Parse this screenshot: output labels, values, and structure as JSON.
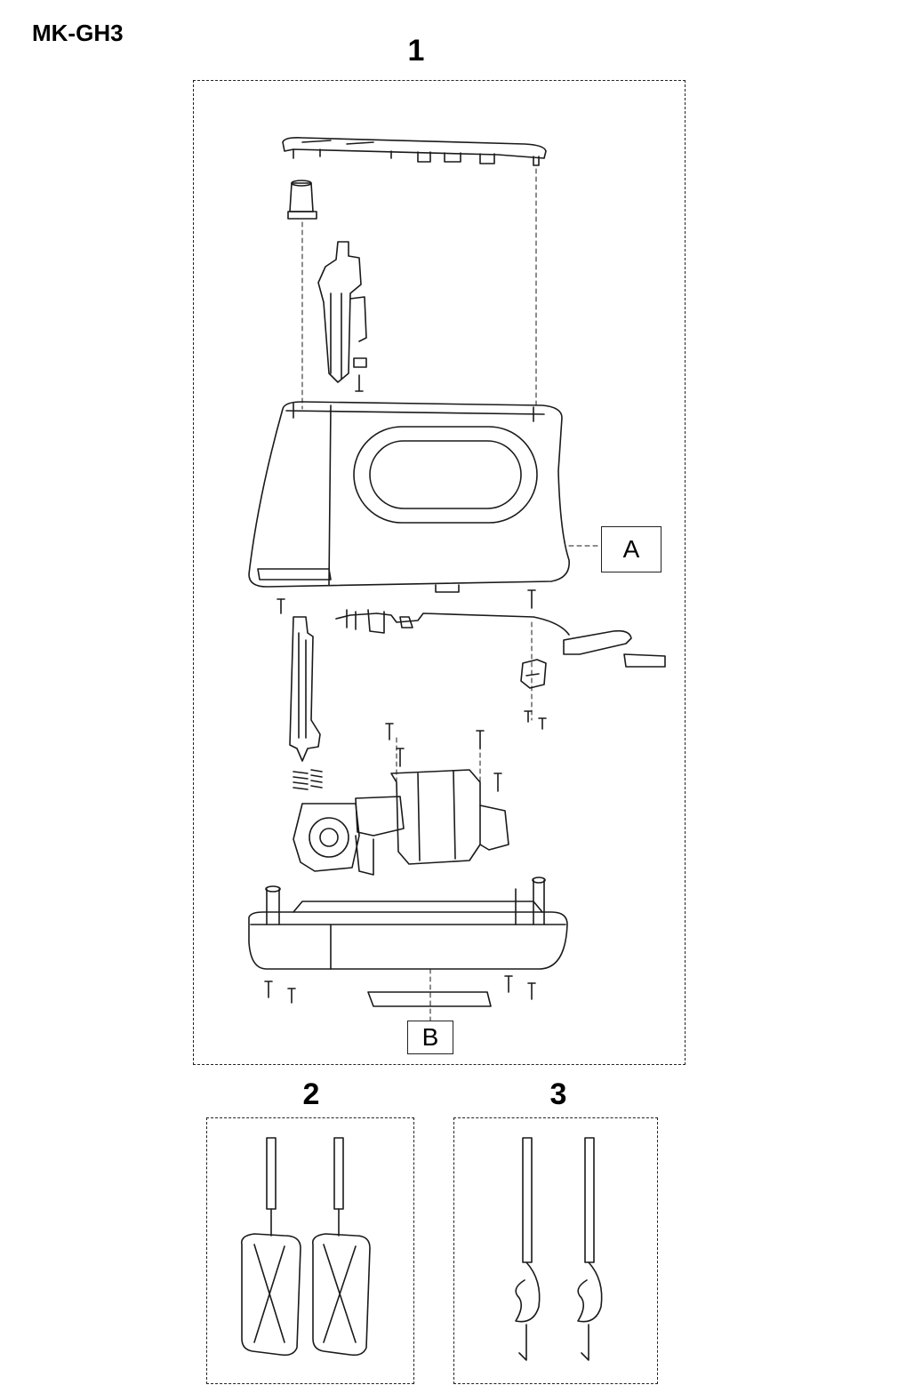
{
  "model": "MK-GH3",
  "groups": [
    {
      "number": "1"
    },
    {
      "number": "2"
    },
    {
      "number": "3"
    }
  ],
  "callouts": [
    {
      "letter": "A"
    },
    {
      "letter": "B"
    }
  ]
}
